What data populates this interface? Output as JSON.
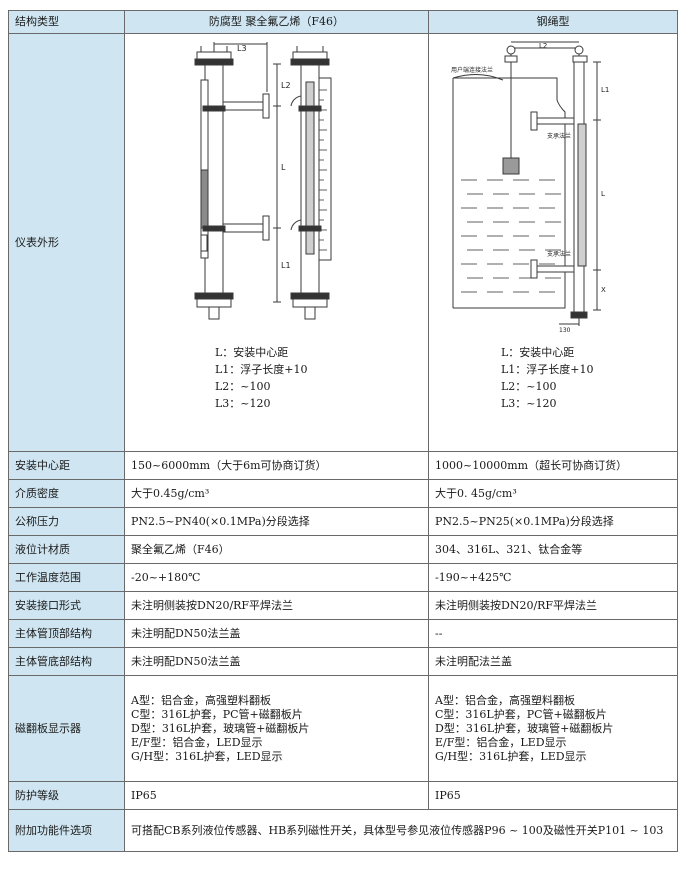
{
  "header": {
    "label": "结构类型",
    "col1": "防腐型 聚全氟乙烯（F46）",
    "col2": "钢绳型"
  },
  "figure": {
    "label": "仪表外形",
    "left_dims": {
      "l3": "L3",
      "l2": "L2",
      "l": "L",
      "l1": "L1"
    },
    "right_dims": {
      "l2": "L2",
      "l1": "L1",
      "l": "L",
      "x": "X",
      "w130": "130",
      "user_flange": "用户端连接法兰",
      "support_top": "支承法兰",
      "support_bottom": "支承法兰"
    },
    "legend_left": [
      "L：安装中心距",
      "L1：浮子长度+10",
      "L2：~100",
      "L3：~120"
    ],
    "legend_right": [
      "L：安装中心距",
      "L1：浮子长度+10",
      "L2：~100",
      "L3：~120"
    ]
  },
  "rows": [
    {
      "label": "安装中心距",
      "col1": "150~6000mm（大于6m可协商订货）",
      "col2": "1000~10000mm（超长可协商订货）"
    },
    {
      "label": "介质密度",
      "col1": "大于0.45g/cm³",
      "col2": "大于0. 45g/cm³"
    },
    {
      "label": "公称压力",
      "col1": "PN2.5~PN40(×0.1MPa)分段选择",
      "col2": "PN2.5~PN25(×0.1MPa)分段选择"
    },
    {
      "label": "液位计材质",
      "col1": "聚全氟乙烯（F46）",
      "col2": "304、316L、321、钛合金等"
    },
    {
      "label": "工作温度范围",
      "col1": "-20~+180℃",
      "col2": "-190~+425℃"
    },
    {
      "label": "安装接口形式",
      "col1": "未注明侧装按DN20/RF平焊法兰",
      "col2": "未注明侧装按DN20/RF平焊法兰"
    },
    {
      "label": "主体管顶部结构",
      "col1": "未注明配DN50法兰盖",
      "col2": "--"
    },
    {
      "label": "主体管底部结构",
      "col1": "未注明配DN50法兰盖",
      "col2": "未注明配法兰盖"
    }
  ],
  "display": {
    "label": "磁翻板显示器",
    "col1": [
      "A型：铝合金，高强塑料翻板",
      "C型：316L护套，PC管+磁翻板片",
      "D型：316L护套，玻璃管+磁翻板片",
      "E/F型：铝合金，LED显示",
      "G/H型：316L护套，LED显示"
    ],
    "col2": [
      "A型：铝合金，高强塑料翻板",
      "C型：316L护套，PC管+磁翻板片",
      "D型：316L护套，玻璃管+磁翻板片",
      "E/F型：铝合金，LED显示",
      "G/H型：316L护套，LED显示"
    ]
  },
  "protection": {
    "label": "防护等级",
    "col1": "IP65",
    "col2": "IP65"
  },
  "extra": {
    "label": "附加功能件选项",
    "text": "可搭配CB系列液位传感器、HB系列磁性开关，具体型号参见液位传感器P96 ~ 100及磁性开关P101 ~ 103"
  }
}
